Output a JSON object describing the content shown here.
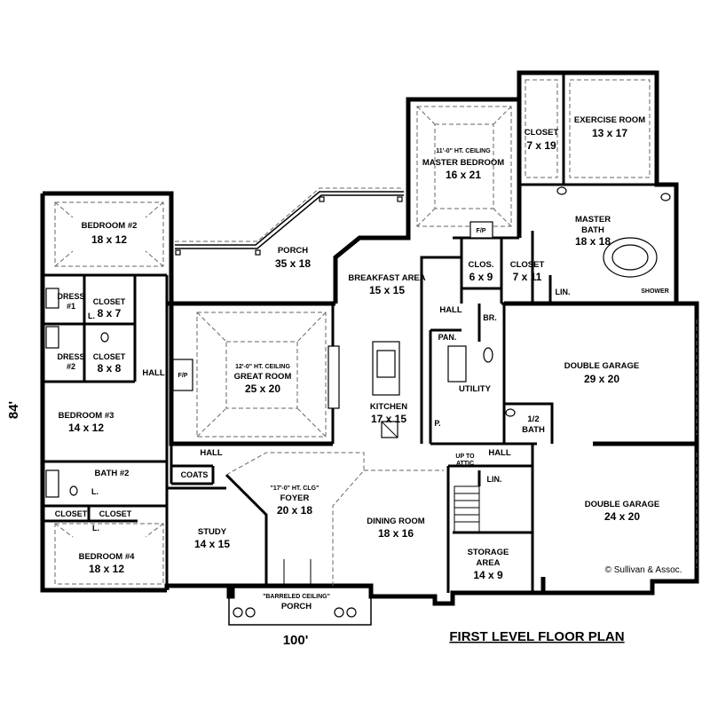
{
  "plan_title": "FIRST LEVEL FLOOR PLAN",
  "dimensions": {
    "width": "100'",
    "depth": "84'"
  },
  "copyright": "© Sullivan & Assoc.",
  "rooms": {
    "bedroom2": {
      "name": "BEDROOM #2",
      "size": "18 x 12"
    },
    "porch": {
      "name": "PORCH",
      "size": "35 x 18"
    },
    "master_bedroom": {
      "ceiling": "11'-0\" HT. CEILING",
      "name": "MASTER BEDROOM",
      "size": "16 x 21"
    },
    "closet_master": {
      "name": "CLOSET",
      "size": "7 x 19"
    },
    "exercise": {
      "name": "EXERCISE ROOM",
      "size": "13 x 17"
    },
    "master_bath": {
      "name": "MASTER",
      "name2": "BATH",
      "size": "18 x 18"
    },
    "shower": "SHOWER",
    "lin_master": "LIN.",
    "fp_master": "F/P",
    "clos": {
      "name": "CLOS.",
      "size": "6 x 9"
    },
    "closet_7x11": {
      "name": "CLOSET",
      "size": "7 x 11"
    },
    "breakfast": {
      "name": "BREAKFAST AREA",
      "size": "15 x 15"
    },
    "dress1": {
      "name": "DRESS",
      "num": "#1"
    },
    "closet_8x7": {
      "name": "CLOSET",
      "size": "8 x 7"
    },
    "dress2": {
      "name": "DRESS",
      "num": "#2"
    },
    "closet_8x8": {
      "name": "CLOSET",
      "size": "8 x 8"
    },
    "l1": "L.",
    "hall_left": "HALL",
    "fp_great": "F/P",
    "great_room": {
      "ceiling": "12'-0\" HT. CEILING",
      "name": "GREAT ROOM",
      "size": "25 x 20"
    },
    "kitchen": {
      "name": "KITCHEN",
      "size": "17 x 15"
    },
    "hall_kitchen": "HALL",
    "br": "BR.",
    "pan": "PAN.",
    "utility": "UTILITY",
    "p": "P.",
    "double_garage1": {
      "name": "DOUBLE GARAGE",
      "size": "29 x 20"
    },
    "half_bath": {
      "name": "1/2",
      "name2": "BATH"
    },
    "bedroom3": {
      "name": "BEDROOM #3",
      "size": "14 x 12"
    },
    "bath2": {
      "name": "BATH #2"
    },
    "l2": "L.",
    "hall_mid": "HALL",
    "coats": "COATS",
    "foyer": {
      "ceiling": "\"17'-0\" HT. CLG\"",
      "name": "FOYER",
      "size": "20 x 18"
    },
    "up_to_attic": {
      "l1": "UP TO",
      "l2": "ATTIC"
    },
    "hall_right": "HALL",
    "lin_stair": "LIN.",
    "double_garage2": {
      "name": "DOUBLE GARAGE",
      "size": "24 x 20"
    },
    "closet_a": "CLOSET",
    "closet_b": "CLOSET",
    "l3": "L.",
    "bedroom4": {
      "name": "BEDROOM #4",
      "size": "18 x 12"
    },
    "study": {
      "name": "STUDY",
      "size": "14 x 15"
    },
    "dining": {
      "name": "DINING ROOM",
      "size": "18 x 16"
    },
    "storage": {
      "name": "STORAGE",
      "name2": "AREA",
      "size": "14 x 9"
    },
    "front_porch": {
      "ceiling": "\"BARRELED CEILING\"",
      "name": "PORCH"
    }
  }
}
